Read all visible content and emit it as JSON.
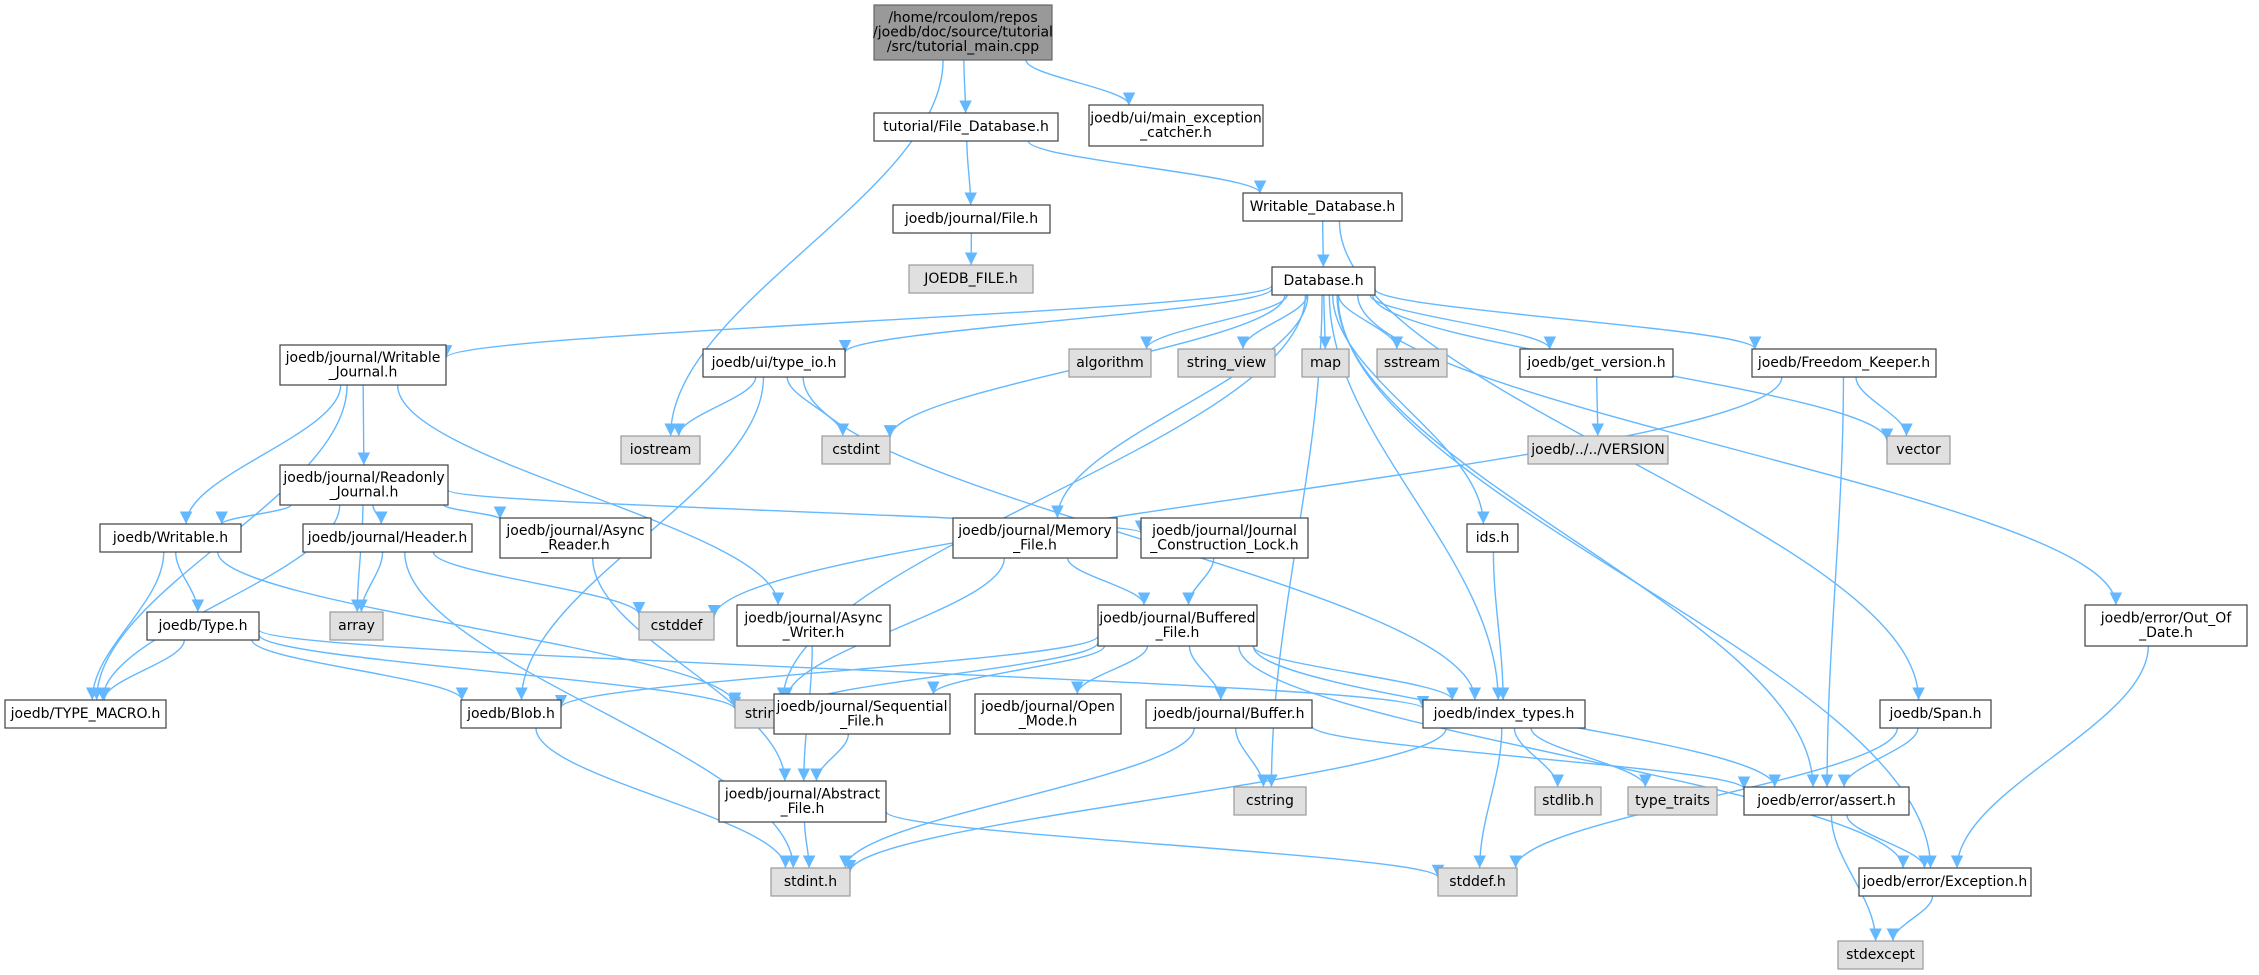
{
  "colors": {
    "edge": "#63b8ff",
    "local_fill": "#ffffff",
    "local_stroke": "#404040",
    "system_fill": "#e0e0e0",
    "system_stroke": "#999999",
    "root_fill": "#999999"
  },
  "nodes": [
    {
      "id": "root",
      "lines": [
        "/home/rcoulom/repos",
        "/joedb/doc/source/tutorial",
        "/src/tutorial_main.cpp"
      ],
      "kind": "root"
    },
    {
      "id": "file_database",
      "lines": [
        "tutorial/File_Database.h"
      ],
      "kind": "local"
    },
    {
      "id": "main_exception",
      "lines": [
        "joedb/ui/main_exception",
        "_catcher.h"
      ],
      "kind": "local"
    },
    {
      "id": "journal_file",
      "lines": [
        "joedb/journal/File.h"
      ],
      "kind": "local"
    },
    {
      "id": "joedb_file",
      "lines": [
        "JOEDB_FILE.h"
      ],
      "kind": "system"
    },
    {
      "id": "writable_database",
      "lines": [
        "Writable_Database.h"
      ],
      "kind": "local"
    },
    {
      "id": "database",
      "lines": [
        "Database.h"
      ],
      "kind": "local"
    },
    {
      "id": "writable_journal",
      "lines": [
        "joedb/journal/Writable",
        "_Journal.h"
      ],
      "kind": "local"
    },
    {
      "id": "type_io",
      "lines": [
        "joedb/ui/type_io.h"
      ],
      "kind": "local"
    },
    {
      "id": "algorithm",
      "lines": [
        "algorithm"
      ],
      "kind": "system"
    },
    {
      "id": "string_view",
      "lines": [
        "string_view"
      ],
      "kind": "system"
    },
    {
      "id": "map",
      "lines": [
        "map"
      ],
      "kind": "system"
    },
    {
      "id": "sstream",
      "lines": [
        "sstream"
      ],
      "kind": "system"
    },
    {
      "id": "get_version",
      "lines": [
        "joedb/get_version.h"
      ],
      "kind": "local"
    },
    {
      "id": "freedom_keeper",
      "lines": [
        "joedb/Freedom_Keeper.h"
      ],
      "kind": "local"
    },
    {
      "id": "iostream",
      "lines": [
        "iostream"
      ],
      "kind": "system"
    },
    {
      "id": "cstdint",
      "lines": [
        "cstdint"
      ],
      "kind": "system"
    },
    {
      "id": "version",
      "lines": [
        "joedb/../../VERSION"
      ],
      "kind": "system"
    },
    {
      "id": "vector",
      "lines": [
        "vector"
      ],
      "kind": "system"
    },
    {
      "id": "readonly_journal",
      "lines": [
        "joedb/journal/Readonly",
        "_Journal.h"
      ],
      "kind": "local"
    },
    {
      "id": "writable",
      "lines": [
        "joedb/Writable.h"
      ],
      "kind": "local"
    },
    {
      "id": "header",
      "lines": [
        "joedb/journal/Header.h"
      ],
      "kind": "local"
    },
    {
      "id": "async_reader",
      "lines": [
        "joedb/journal/Async",
        "_Reader.h"
      ],
      "kind": "local"
    },
    {
      "id": "memory_file",
      "lines": [
        "joedb/journal/Memory",
        "_File.h"
      ],
      "kind": "local"
    },
    {
      "id": "construction_lock",
      "lines": [
        "joedb/journal/Journal",
        "_Construction_Lock.h"
      ],
      "kind": "local"
    },
    {
      "id": "ids",
      "lines": [
        "ids.h"
      ],
      "kind": "local"
    },
    {
      "id": "array",
      "lines": [
        "array"
      ],
      "kind": "system"
    },
    {
      "id": "cstddef",
      "lines": [
        "cstddef"
      ],
      "kind": "system"
    },
    {
      "id": "type",
      "lines": [
        "joedb/Type.h"
      ],
      "kind": "local"
    },
    {
      "id": "async_writer",
      "lines": [
        "joedb/journal/Async",
        "_Writer.h"
      ],
      "kind": "local"
    },
    {
      "id": "buffered_file",
      "lines": [
        "joedb/journal/Buffered",
        "_File.h"
      ],
      "kind": "local"
    },
    {
      "id": "out_of_date",
      "lines": [
        "joedb/error/Out_Of",
        "_Date.h"
      ],
      "kind": "local"
    },
    {
      "id": "type_macro",
      "lines": [
        "joedb/TYPE_MACRO.h"
      ],
      "kind": "local"
    },
    {
      "id": "blob",
      "lines": [
        "joedb/Blob.h"
      ],
      "kind": "local"
    },
    {
      "id": "string",
      "lines": [
        "string"
      ],
      "kind": "system"
    },
    {
      "id": "sequential_file",
      "lines": [
        "joedb/journal/Sequential",
        "_File.h"
      ],
      "kind": "local"
    },
    {
      "id": "open_mode",
      "lines": [
        "joedb/journal/Open",
        "_Mode.h"
      ],
      "kind": "local"
    },
    {
      "id": "buffer",
      "lines": [
        "joedb/journal/Buffer.h"
      ],
      "kind": "local"
    },
    {
      "id": "index_types",
      "lines": [
        "joedb/index_types.h"
      ],
      "kind": "local"
    },
    {
      "id": "span",
      "lines": [
        "joedb/Span.h"
      ],
      "kind": "local"
    },
    {
      "id": "abstract_file",
      "lines": [
        "joedb/journal/Abstract",
        "_File.h"
      ],
      "kind": "local"
    },
    {
      "id": "cstring",
      "lines": [
        "cstring"
      ],
      "kind": "system"
    },
    {
      "id": "stdlib",
      "lines": [
        "stdlib.h"
      ],
      "kind": "system"
    },
    {
      "id": "type_traits",
      "lines": [
        "type_traits"
      ],
      "kind": "system"
    },
    {
      "id": "assert",
      "lines": [
        "joedb/error/assert.h"
      ],
      "kind": "local"
    },
    {
      "id": "stdint",
      "lines": [
        "stdint.h"
      ],
      "kind": "system"
    },
    {
      "id": "stddef",
      "lines": [
        "stddef.h"
      ],
      "kind": "system"
    },
    {
      "id": "exception",
      "lines": [
        "joedb/error/Exception.h"
      ],
      "kind": "local"
    },
    {
      "id": "stdexcept",
      "lines": [
        "stdexcept"
      ],
      "kind": "system"
    }
  ],
  "edges": [
    [
      "root",
      "file_database"
    ],
    [
      "root",
      "main_exception"
    ],
    [
      "root",
      "iostream"
    ],
    [
      "file_database",
      "journal_file"
    ],
    [
      "file_database",
      "writable_database"
    ],
    [
      "journal_file",
      "joedb_file"
    ],
    [
      "writable_database",
      "database"
    ],
    [
      "writable_database",
      "span"
    ],
    [
      "database",
      "writable_journal"
    ],
    [
      "database",
      "type_io"
    ],
    [
      "database",
      "algorithm"
    ],
    [
      "database",
      "string_view"
    ],
    [
      "database",
      "map"
    ],
    [
      "database",
      "sstream"
    ],
    [
      "database",
      "get_version"
    ],
    [
      "database",
      "freedom_keeper"
    ],
    [
      "database",
      "vector"
    ],
    [
      "database",
      "cstdint"
    ],
    [
      "database",
      "memory_file"
    ],
    [
      "database",
      "ids"
    ],
    [
      "database",
      "index_types"
    ],
    [
      "database",
      "assert"
    ],
    [
      "database",
      "exception"
    ],
    [
      "database",
      "out_of_date"
    ],
    [
      "database",
      "string"
    ],
    [
      "database",
      "cstring"
    ],
    [
      "get_version",
      "version"
    ],
    [
      "freedom_keeper",
      "vector"
    ],
    [
      "freedom_keeper",
      "assert"
    ],
    [
      "freedom_keeper",
      "cstddef"
    ],
    [
      "type_io",
      "iostream"
    ],
    [
      "type_io",
      "cstdint"
    ],
    [
      "type_io",
      "blob"
    ],
    [
      "type_io",
      "index_types"
    ],
    [
      "writable_journal",
      "readonly_journal"
    ],
    [
      "writable_journal",
      "writable"
    ],
    [
      "writable_journal",
      "type_macro"
    ],
    [
      "writable_journal",
      "async_writer"
    ],
    [
      "readonly_journal",
      "writable"
    ],
    [
      "readonly_journal",
      "header"
    ],
    [
      "readonly_journal",
      "async_reader"
    ],
    [
      "readonly_journal",
      "array"
    ],
    [
      "readonly_journal",
      "type_macro"
    ],
    [
      "readonly_journal",
      "construction_lock"
    ],
    [
      "writable",
      "type"
    ],
    [
      "writable",
      "type_macro"
    ],
    [
      "writable",
      "string"
    ],
    [
      "type",
      "type_macro"
    ],
    [
      "type",
      "blob"
    ],
    [
      "type",
      "string"
    ],
    [
      "type",
      "index_types"
    ],
    [
      "header",
      "array"
    ],
    [
      "header",
      "cstddef"
    ],
    [
      "header",
      "stdint"
    ],
    [
      "async_reader",
      "abstract_file"
    ],
    [
      "async_writer",
      "abstract_file"
    ],
    [
      "memory_file",
      "buffered_file"
    ],
    [
      "memory_file",
      "string"
    ],
    [
      "construction_lock",
      "buffered_file"
    ],
    [
      "ids",
      "index_types"
    ],
    [
      "buffered_file",
      "sequential_file"
    ],
    [
      "buffered_file",
      "open_mode"
    ],
    [
      "buffered_file",
      "buffer"
    ],
    [
      "buffered_file",
      "index_types"
    ],
    [
      "buffered_file",
      "assert"
    ],
    [
      "buffered_file",
      "exception"
    ],
    [
      "buffered_file",
      "string"
    ],
    [
      "buffered_file",
      "blob"
    ],
    [
      "sequential_file",
      "abstract_file"
    ],
    [
      "buffer",
      "cstring"
    ],
    [
      "buffer",
      "assert"
    ],
    [
      "buffer",
      "stdint"
    ],
    [
      "index_types",
      "stdlib"
    ],
    [
      "index_types",
      "type_traits"
    ],
    [
      "index_types",
      "stddef"
    ],
    [
      "index_types",
      "stdint"
    ],
    [
      "span",
      "assert"
    ],
    [
      "span",
      "stddef"
    ],
    [
      "abstract_file",
      "stdint"
    ],
    [
      "abstract_file",
      "stddef"
    ],
    [
      "blob",
      "stdint"
    ],
    [
      "assert",
      "exception"
    ],
    [
      "assert",
      "stdexcept"
    ],
    [
      "exception",
      "stdexcept"
    ],
    [
      "out_of_date",
      "exception"
    ]
  ]
}
